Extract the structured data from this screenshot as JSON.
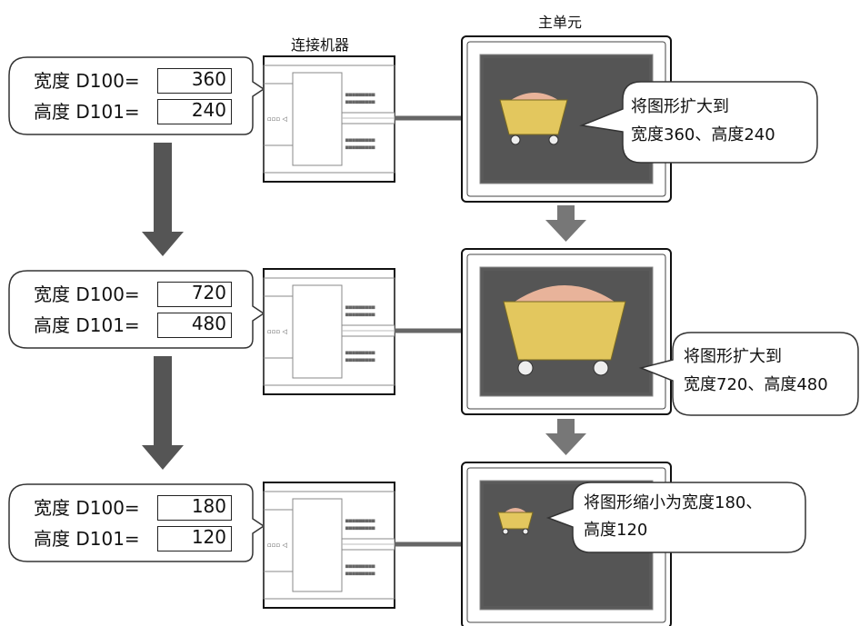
{
  "headings": {
    "controller": "连接机器",
    "main_unit": "主单元"
  },
  "labels": {
    "width": "宽度 D100=",
    "height": "高度 D101="
  },
  "rows": [
    {
      "width": "360",
      "height": "240",
      "note_line1": "将图形扩大到",
      "note_line2": "宽度360、高度240"
    },
    {
      "width": "720",
      "height": "480",
      "note_line1": "将图形扩大到",
      "note_line2": "宽度720、高度480"
    },
    {
      "width": "180",
      "height": "120",
      "note_line1": "将图形缩小为宽度180、",
      "note_line2": "高度120"
    }
  ]
}
